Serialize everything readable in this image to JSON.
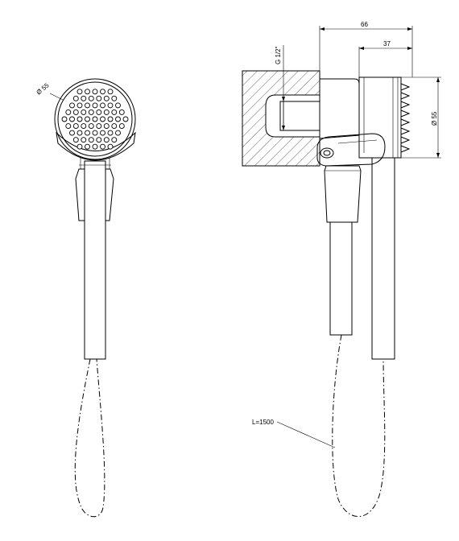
{
  "labels": {
    "front_diameter": "Ø 55",
    "thread": "G 1/2\"",
    "width_total": "66",
    "width_head": "37",
    "head_diameter": "Ø 55",
    "hose_length": "L=1500"
  },
  "colors": {
    "line": "#000000",
    "background": "#ffffff"
  }
}
